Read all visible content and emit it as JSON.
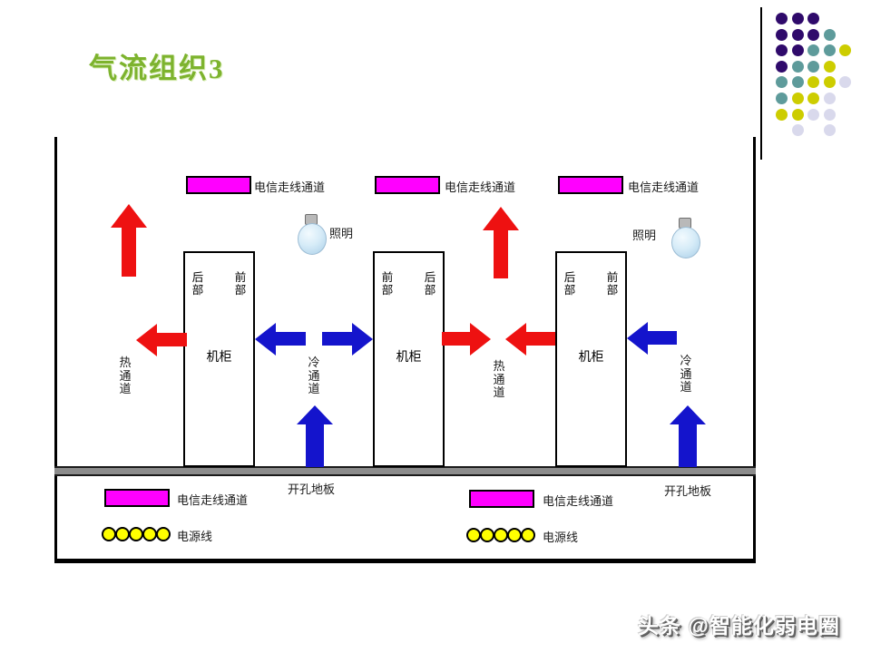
{
  "slide": {
    "title": "气流组织3",
    "watermark": "头条 @智能化弱电圈"
  },
  "colors": {
    "title_green": "#7db32e",
    "magenta": "#ff00ff",
    "hot_red": "#ee1111",
    "cold_blue": "#1414cc",
    "power_yellow": "#ffff00",
    "floor_gray": "#8c8c8c"
  },
  "labels": {
    "telecom_channel": "电信走线通道",
    "lighting": "照明",
    "cabinet": "机柜",
    "hot_aisle": "热通道",
    "cold_aisle": "冷通道",
    "perforated_floor": "开孔地板",
    "power_line": "电源线"
  },
  "cabinets": [
    {
      "left_side": "后部",
      "right_side": "前部",
      "name": "机柜"
    },
    {
      "left_side": "前部",
      "right_side": "后部",
      "name": "机柜"
    },
    {
      "left_side": "后部",
      "right_side": "前部",
      "name": "机柜"
    }
  ],
  "power_dot_count": 5,
  "decoration": {
    "dot_colors": {
      "purple": "#2f0a6b",
      "teal": "#5e9b9b",
      "yellow": "#cdcd00",
      "lavender": "#d9d9ec"
    },
    "dot_matrix": [
      [
        "purple",
        "purple",
        "purple",
        null,
        null
      ],
      [
        "purple",
        "purple",
        "purple",
        "teal",
        null
      ],
      [
        "purple",
        "purple",
        "teal",
        "teal",
        "yellow"
      ],
      [
        "purple",
        "teal",
        "teal",
        "yellow",
        null
      ],
      [
        "teal",
        "teal",
        "yellow",
        "yellow",
        "lavender"
      ],
      [
        "teal",
        "yellow",
        "yellow",
        "lavender",
        null
      ],
      [
        "yellow",
        "yellow",
        "lavender",
        "lavender",
        null
      ],
      [
        null,
        "lavender",
        null,
        "lavender",
        null
      ]
    ]
  }
}
